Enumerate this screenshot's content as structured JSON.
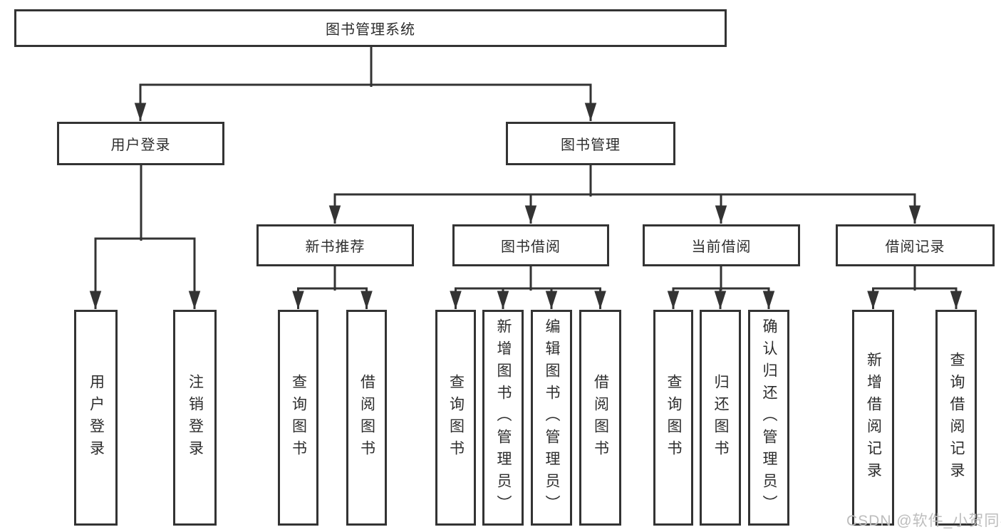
{
  "tree": {
    "root_label": "图书管理系统",
    "branches": [
      {
        "label": "用户登录",
        "leaves": [
          "用户登录",
          "注销登录"
        ]
      },
      {
        "label": "图书管理",
        "groups": [
          {
            "label": "新书推荐",
            "leaves": [
              "查询图书",
              "借阅图书"
            ]
          },
          {
            "label": "图书借阅",
            "leaves": [
              "查询图书",
              "新增图书（管理员）",
              "编辑图书（管理员）",
              "借阅图书"
            ]
          },
          {
            "label": "当前借阅",
            "leaves": [
              "查询图书",
              "归还图书",
              "确认归还（管理员）"
            ]
          },
          {
            "label": "借阅记录",
            "leaves": [
              "新增借阅记录",
              "查询借阅记录"
            ]
          }
        ]
      }
    ]
  },
  "watermark": {
    "text": "CSDN @软件_小贺同学"
  },
  "colors": {
    "line": "#333333",
    "text": "#2d2d2d",
    "box_background": "#ffffff",
    "watermark": "#bdbdbd"
  }
}
